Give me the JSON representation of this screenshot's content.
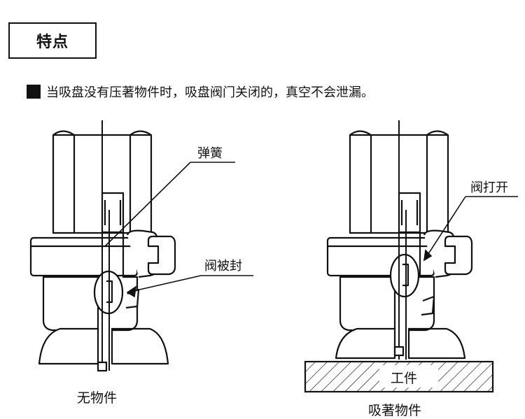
{
  "header": {
    "title": "特点"
  },
  "description": "当吸盘没有压著物件时，吸盘阀门关闭的，真空不会泄漏。",
  "left_diagram": {
    "label_spring": "弹簧",
    "label_sealed": "阀被封",
    "caption": "无物件"
  },
  "right_diagram": {
    "label_open": "阀打开",
    "workpiece": "工件",
    "caption": "吸著物件"
  }
}
